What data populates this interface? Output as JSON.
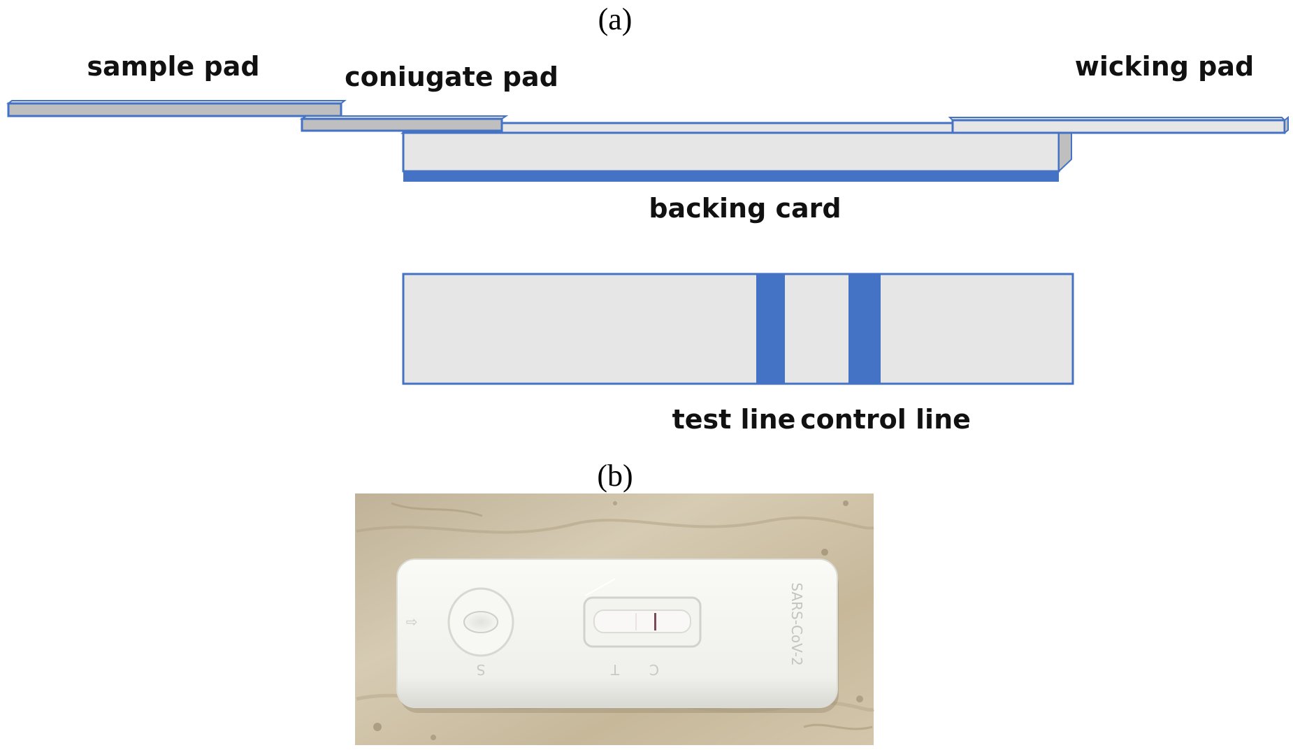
{
  "panels": {
    "a": "(a)",
    "b": "(b)"
  },
  "labels": {
    "sample_pad": "sample pad",
    "conjugate_pad": "coniugate pad",
    "wicking_pad": "wicking pad",
    "backing_card": "backing card",
    "test_line": "test line",
    "control_line": "control line"
  },
  "photo": {
    "sample_well_mark": "S",
    "test_mark": "T",
    "control_mark": "C",
    "device_brand": "SARS-CoV-2",
    "arrow_mark": "⇩"
  },
  "colors": {
    "outline_blue": "#4472c4",
    "pad_gray": "#bfbfbf",
    "card_light": "#e7e6e6",
    "backing_blue": "#4472c4",
    "line_blue": "#4472c4",
    "photo_background": "#c9b89c",
    "cassette_white": "#f2f2ee"
  }
}
